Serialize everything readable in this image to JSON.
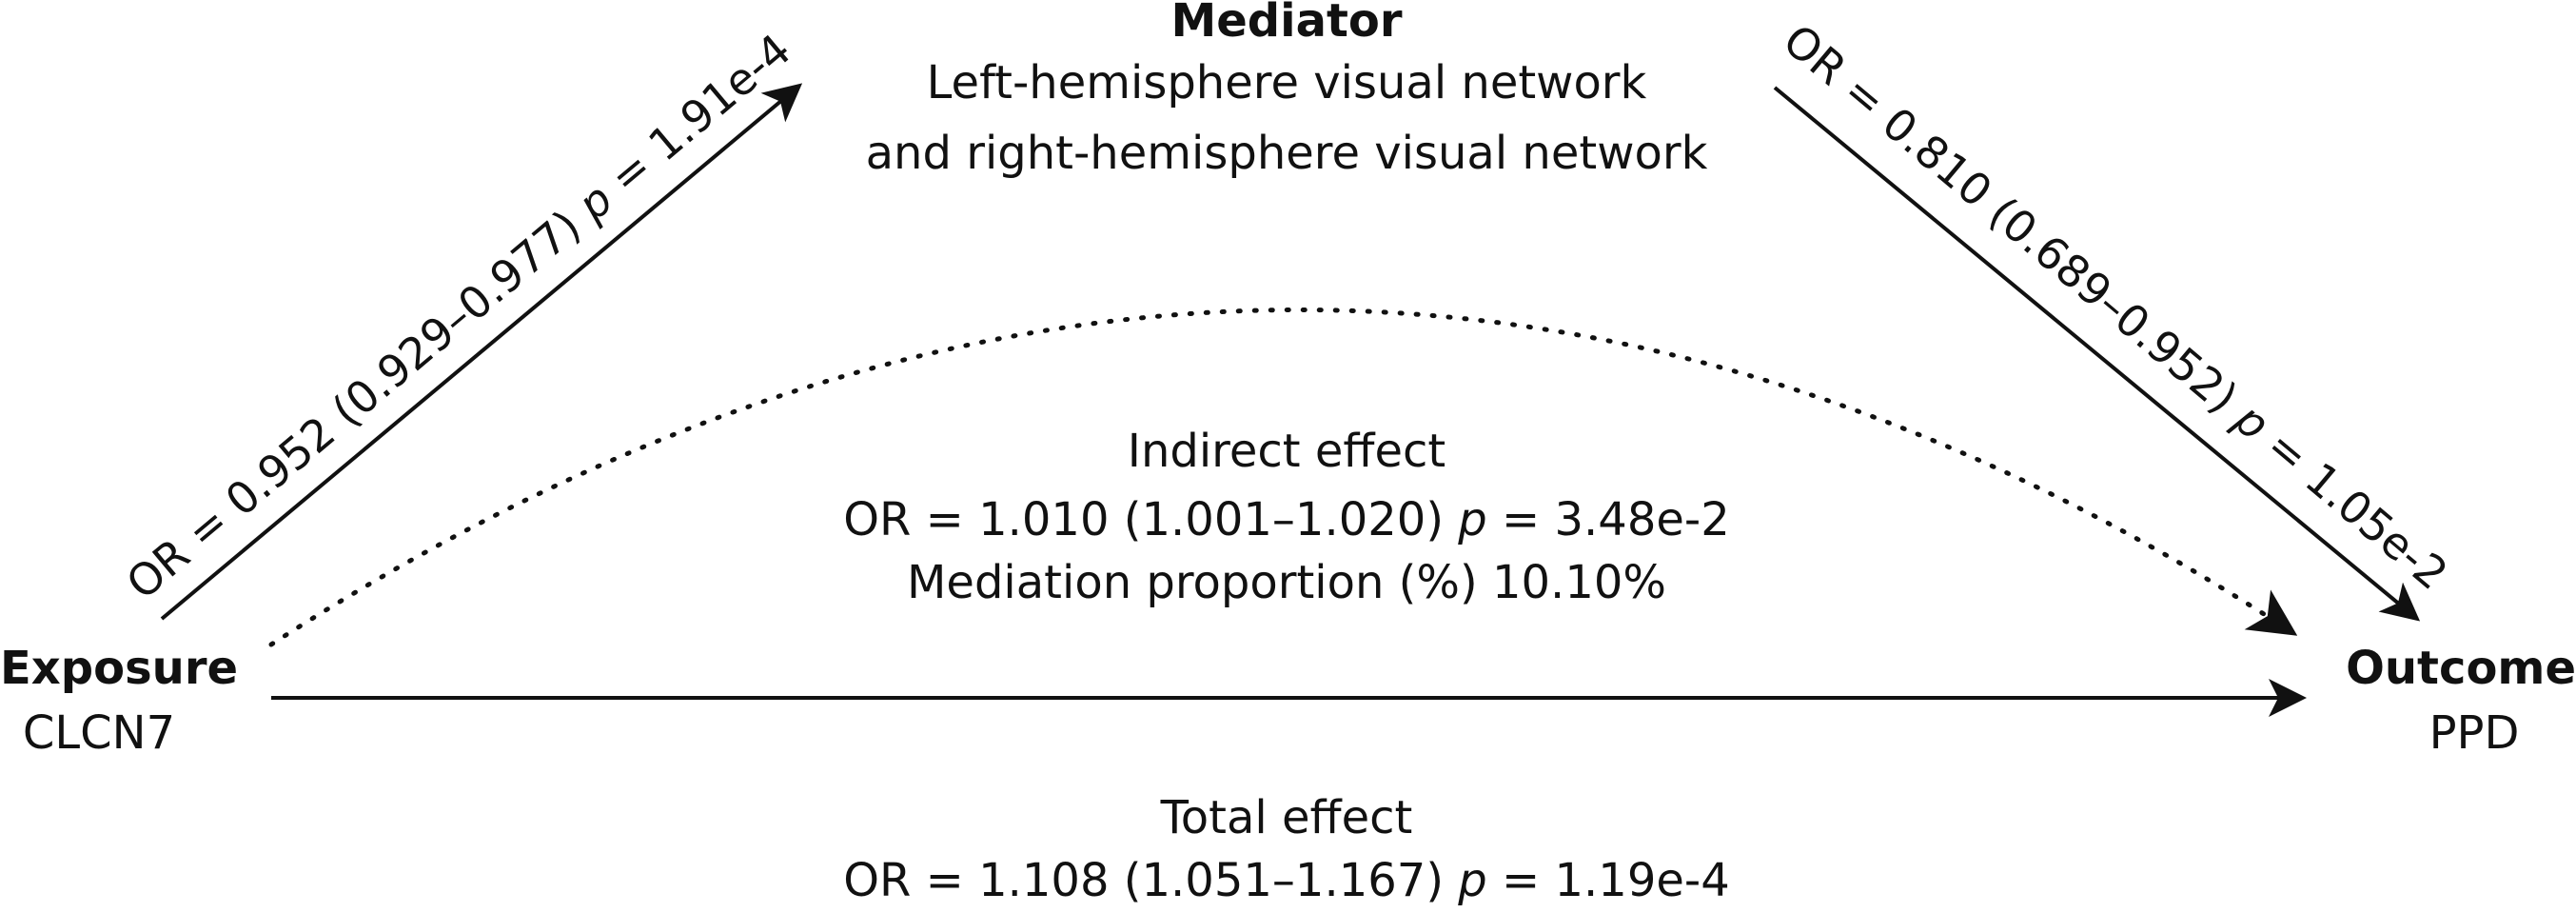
{
  "mediator": {
    "title": "Mediator",
    "line1": "Left-hemisphere visual network",
    "line2": "and right-hemisphere visual network"
  },
  "exposure": {
    "title": "Exposure",
    "name": "CLCN7"
  },
  "outcome": {
    "title": "Outcome",
    "name": "PPD"
  },
  "path_a": {
    "or_text": "OR = 0.952 (0.929–0.977) ",
    "p_label": "p",
    "p_text": " = 1.91e-4"
  },
  "path_b": {
    "or_text": "OR = 0.810 (0.689–0.952) ",
    "p_label": "p",
    "p_text": " = 1.05e-2"
  },
  "indirect": {
    "title": "Indirect effect",
    "or_text": "OR = 1.010 (1.001–1.020) ",
    "p_label": "p",
    "p_text": " = 3.48e-2",
    "proportion": "Mediation proportion (%) 10.10%"
  },
  "total": {
    "title": "Total effect",
    "or_text": "OR = 1.108 (1.051–1.167) ",
    "p_label": "p",
    "p_text": " = 1.19e-4"
  },
  "colors": {
    "ink": "#111111",
    "background": "#ffffff"
  }
}
